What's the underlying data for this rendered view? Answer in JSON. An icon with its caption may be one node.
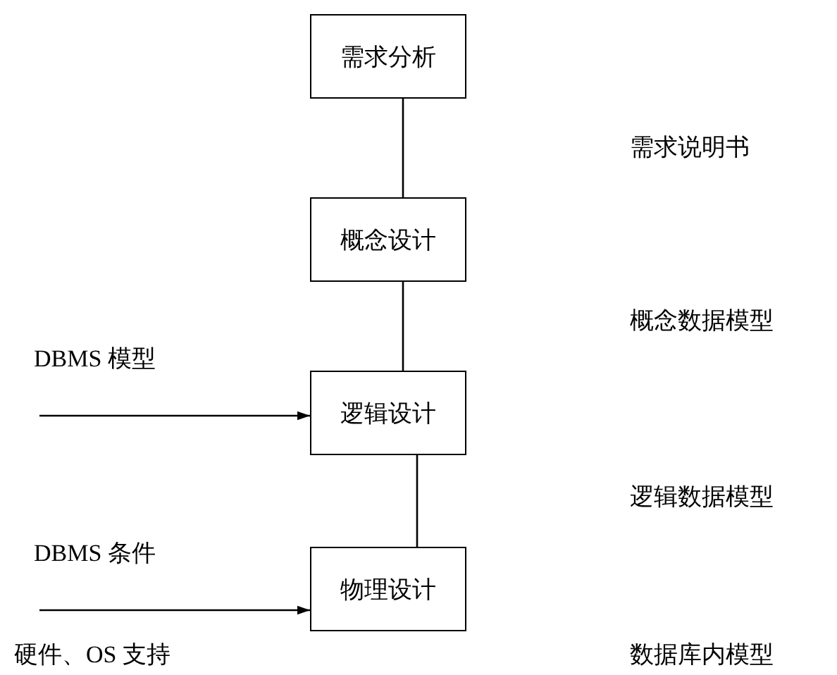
{
  "diagram": {
    "nodes": [
      {
        "text": [
          "需求分析"
        ]
      },
      {
        "text": [
          "概念设计"
        ]
      },
      {
        "text": [
          "逻辑设计"
        ]
      },
      {
        "text": [
          "物理设计"
        ]
      }
    ],
    "edges": [
      {
        "from": 0,
        "to": 1,
        "arrow": "none"
      },
      {
        "from": 1,
        "to": 2,
        "arrow": "none"
      },
      {
        "from": 2,
        "to": 3,
        "arrow": "none"
      },
      {
        "from": null,
        "to": 2,
        "arrow": "to"
      },
      {
        "from": null,
        "to": 3,
        "arrow": "to"
      }
    ],
    "labels": [
      "需求说明书",
      "概念数据模型",
      "DBMS 模型",
      "逻辑数据模型",
      "DBMS 条件",
      "硬件、OS 支持",
      "数据库内模型"
    ]
  }
}
